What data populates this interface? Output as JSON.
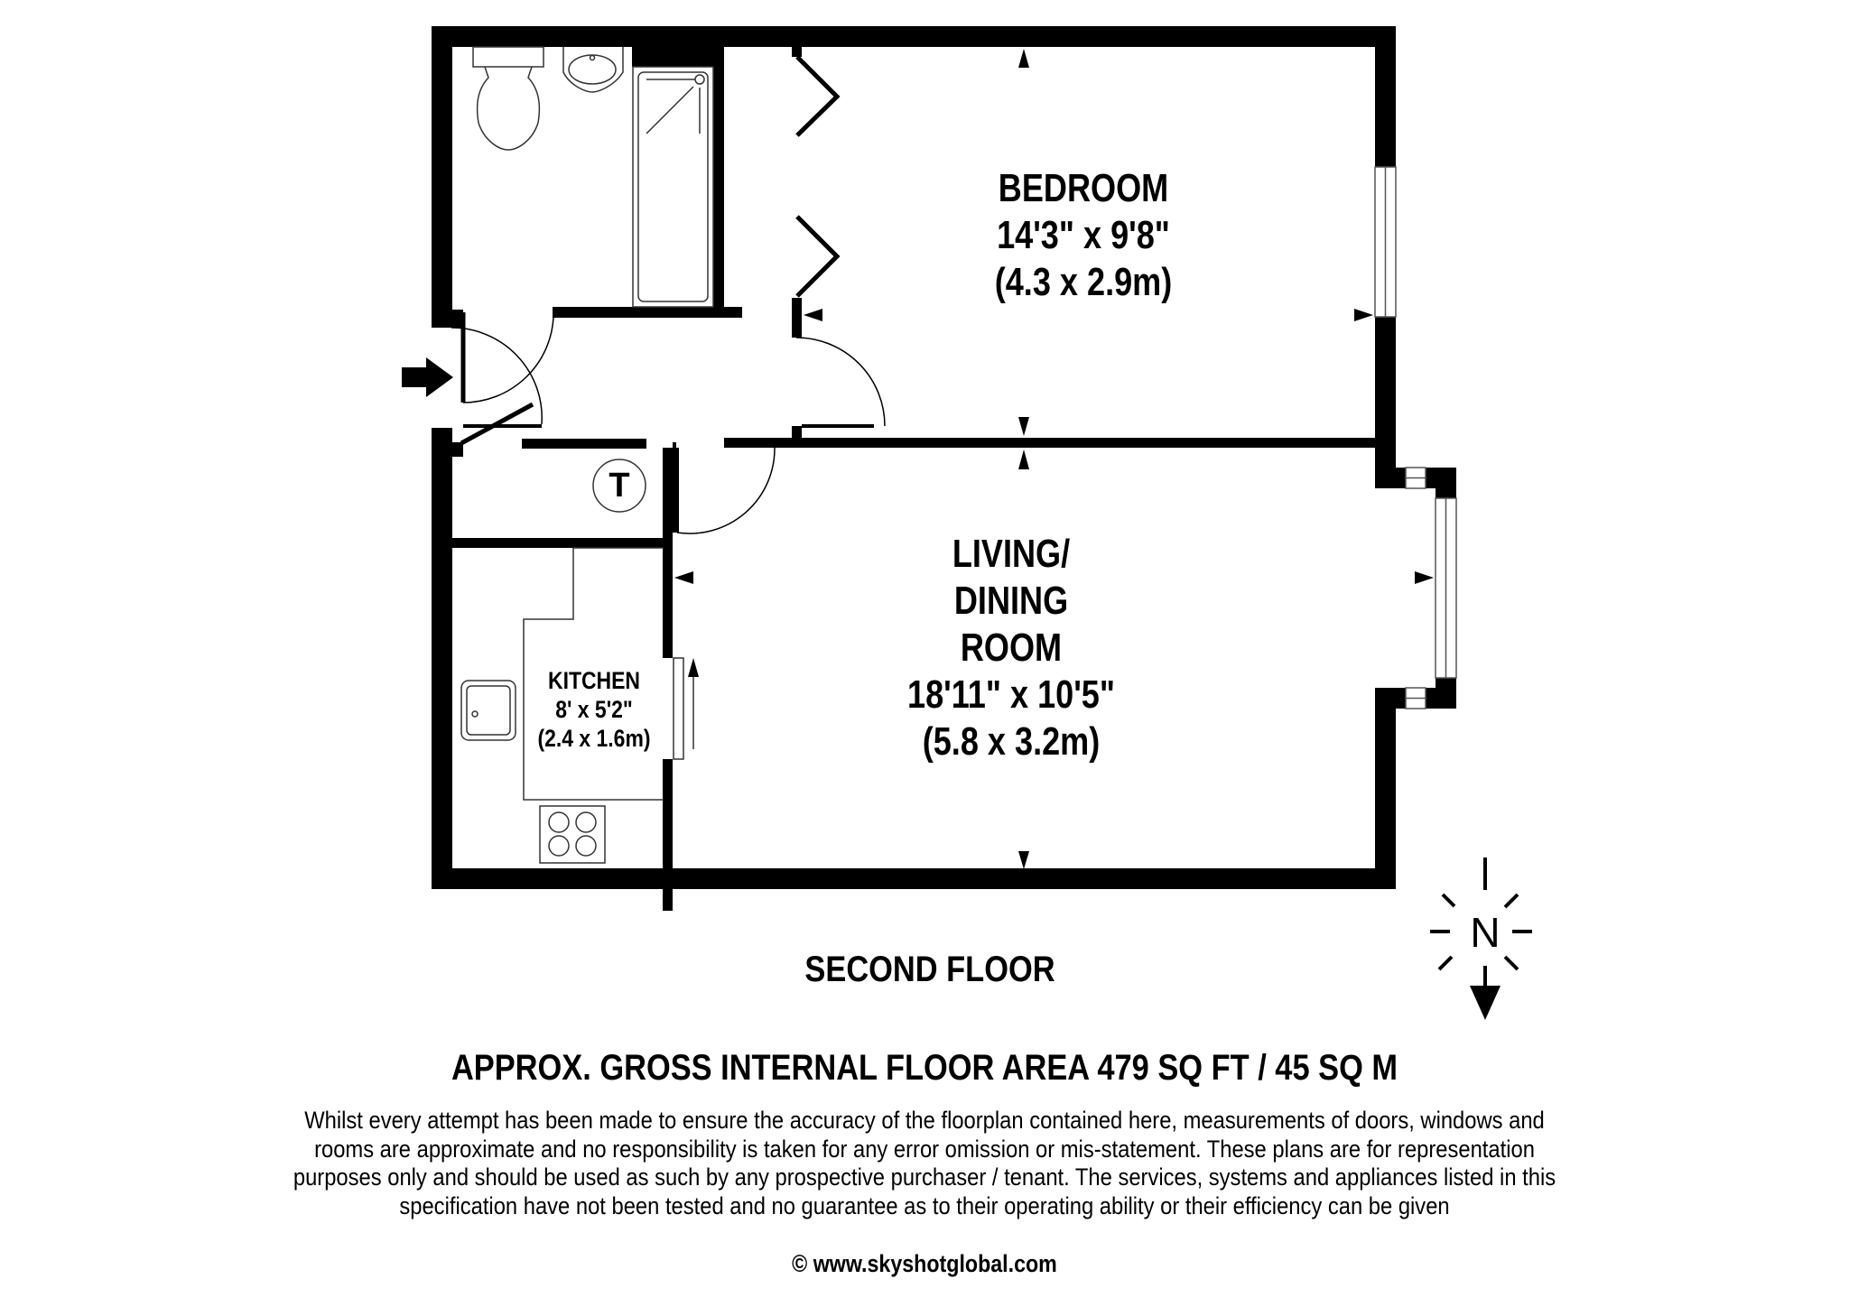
{
  "floor_label": "SECOND FLOOR",
  "area_statement": "APPROX. GROSS INTERNAL FLOOR AREA 479 SQ FT / 45 SQ M",
  "rooms": {
    "bedroom": {
      "name": "BEDROOM",
      "imperial": "14'3\" x 9'8\"",
      "metric": "(4.3 x 2.9m)"
    },
    "living": {
      "name_line1": "LIVING/",
      "name_line2": "DINING",
      "name_line3": "ROOM",
      "imperial": "18'11\" x 10'5\"",
      "metric": "(5.8 x 3.2m)"
    },
    "kitchen": {
      "name": "KITCHEN",
      "imperial": "8' x 5'2\"",
      "metric": "(2.4 x 1.6m)"
    }
  },
  "cupboard_symbol": "T",
  "compass": {
    "label": "N",
    "icon": "north-arrow-icon"
  },
  "entrance_icon": "entrance-arrow-icon",
  "disclaimer_lines": [
    "Whilst every attempt has been made to ensure the accuracy of the floorplan contained here, measurements of doors, windows and",
    "rooms are approximate and no responsibility is taken for any error omission or mis-statement. These plans are for representation",
    "purposes only and should  be used as such by any prospective purchaser / tenant. The services, systems and appliances listed in this",
    "specification have not been tested and no guarantee as to their operating ability or their efficiency can be given"
  ],
  "copyright": "© www.skyshotglobal.com",
  "colors": {
    "wall": "#000000",
    "background": "#ffffff",
    "fixture_line": "#333333"
  }
}
